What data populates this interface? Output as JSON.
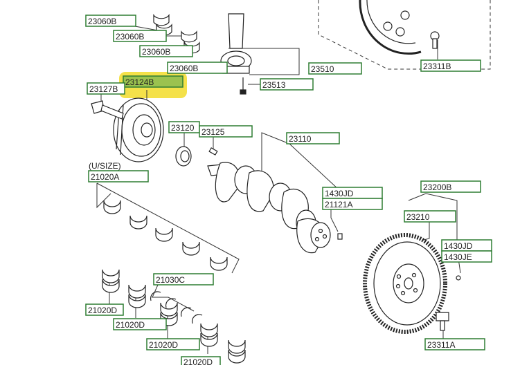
{
  "colors": {
    "label_border": "#2e7d32",
    "line": "#333333",
    "highlight": "#f4e14a",
    "highlight_fill": "#9bc24f"
  },
  "size_note": "(U/SIZE)",
  "labels": [
    {
      "id": "l-23060B-1",
      "text": "23060B"
    },
    {
      "id": "l-23060B-2",
      "text": "23060B"
    },
    {
      "id": "l-23060B-3",
      "text": "23060B"
    },
    {
      "id": "l-23060B-4",
      "text": "23060B"
    },
    {
      "id": "l-23510",
      "text": "23510"
    },
    {
      "id": "l-23513",
      "text": "23513"
    },
    {
      "id": "l-23311B",
      "text": "23311B"
    },
    {
      "id": "l-23124B",
      "text": "23124B"
    },
    {
      "id": "l-23127B",
      "text": "23127B"
    },
    {
      "id": "l-23120",
      "text": "23120"
    },
    {
      "id": "l-23125",
      "text": "23125"
    },
    {
      "id": "l-23110",
      "text": "23110"
    },
    {
      "id": "l-21020A",
      "text": "21020A"
    },
    {
      "id": "l-1430JD-1",
      "text": "1430JD"
    },
    {
      "id": "l-21121A",
      "text": "21121A"
    },
    {
      "id": "l-23200B",
      "text": "23200B"
    },
    {
      "id": "l-23210",
      "text": "23210"
    },
    {
      "id": "l-1430JD-2",
      "text": "1430JD"
    },
    {
      "id": "l-1430JE",
      "text": "1430JE"
    },
    {
      "id": "l-21030C",
      "text": "21030C"
    },
    {
      "id": "l-21020D-1",
      "text": "21020D"
    },
    {
      "id": "l-21020D-2",
      "text": "21020D"
    },
    {
      "id": "l-21020D-3",
      "text": "21020D"
    },
    {
      "id": "l-21020D-4",
      "text": "21020D"
    },
    {
      "id": "l-23311A",
      "text": "23311A"
    }
  ]
}
